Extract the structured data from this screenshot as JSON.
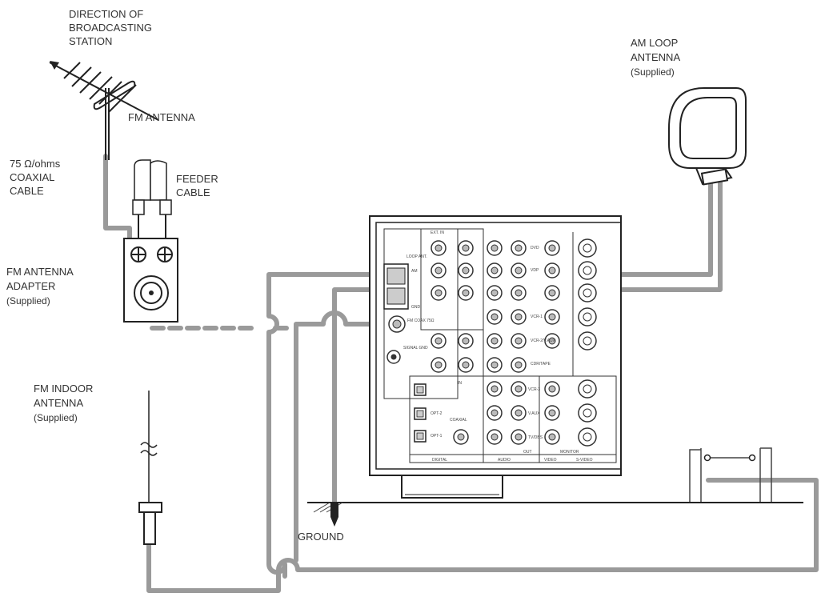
{
  "labels": {
    "direction": [
      "DIRECTION OF",
      "BROADCASTING",
      "STATION"
    ],
    "fm_antenna": "FM ANTENNA",
    "coaxial_cable": [
      "75 Ω/ohms",
      "COAXIAL",
      "CABLE"
    ],
    "feeder_cable": [
      "FEEDER",
      "CABLE"
    ],
    "fm_adapter": [
      "FM ANTENNA",
      "ADAPTER",
      "(Supplied)"
    ],
    "fm_indoor": [
      "FM INDOOR",
      "ANTENNA",
      "(Supplied)"
    ],
    "am_loop": [
      "AM LOOP",
      "ANTENNA",
      "(Supplied)"
    ],
    "ground": "GROUND"
  },
  "panel": {
    "ext_input": "EXT. IN",
    "loop_ant": "LOOP ANT.",
    "am": "AM",
    "gnd": "GND",
    "fm_coax": "FM COAX 75Ω",
    "dvd_row_left": "DVD",
    "tv_dbs": "TV/DBS",
    "vdp": "VDP",
    "vcr1": "VCR-1",
    "vcr2": "VCR-2/V.AUX",
    "cdr_tape": "CDR/TAPE",
    "vcr3": "VCR-3",
    "vcr_aux": "V.AUX",
    "digital_in": "IN",
    "opt2": "OPT-2",
    "opt1": "OPT-1",
    "coaxial": "COAXIAL",
    "audio_out": "OUT",
    "monitor": "MONITOR",
    "signal_gnd": "SIGNAL GND",
    "footer": [
      "DIGITAL",
      "AUDIO",
      "VIDEO",
      "S-VIDEO"
    ]
  },
  "colors": {
    "cable": "#9a9a9a",
    "line": "#222222",
    "panel_fill": "#ffffff"
  }
}
